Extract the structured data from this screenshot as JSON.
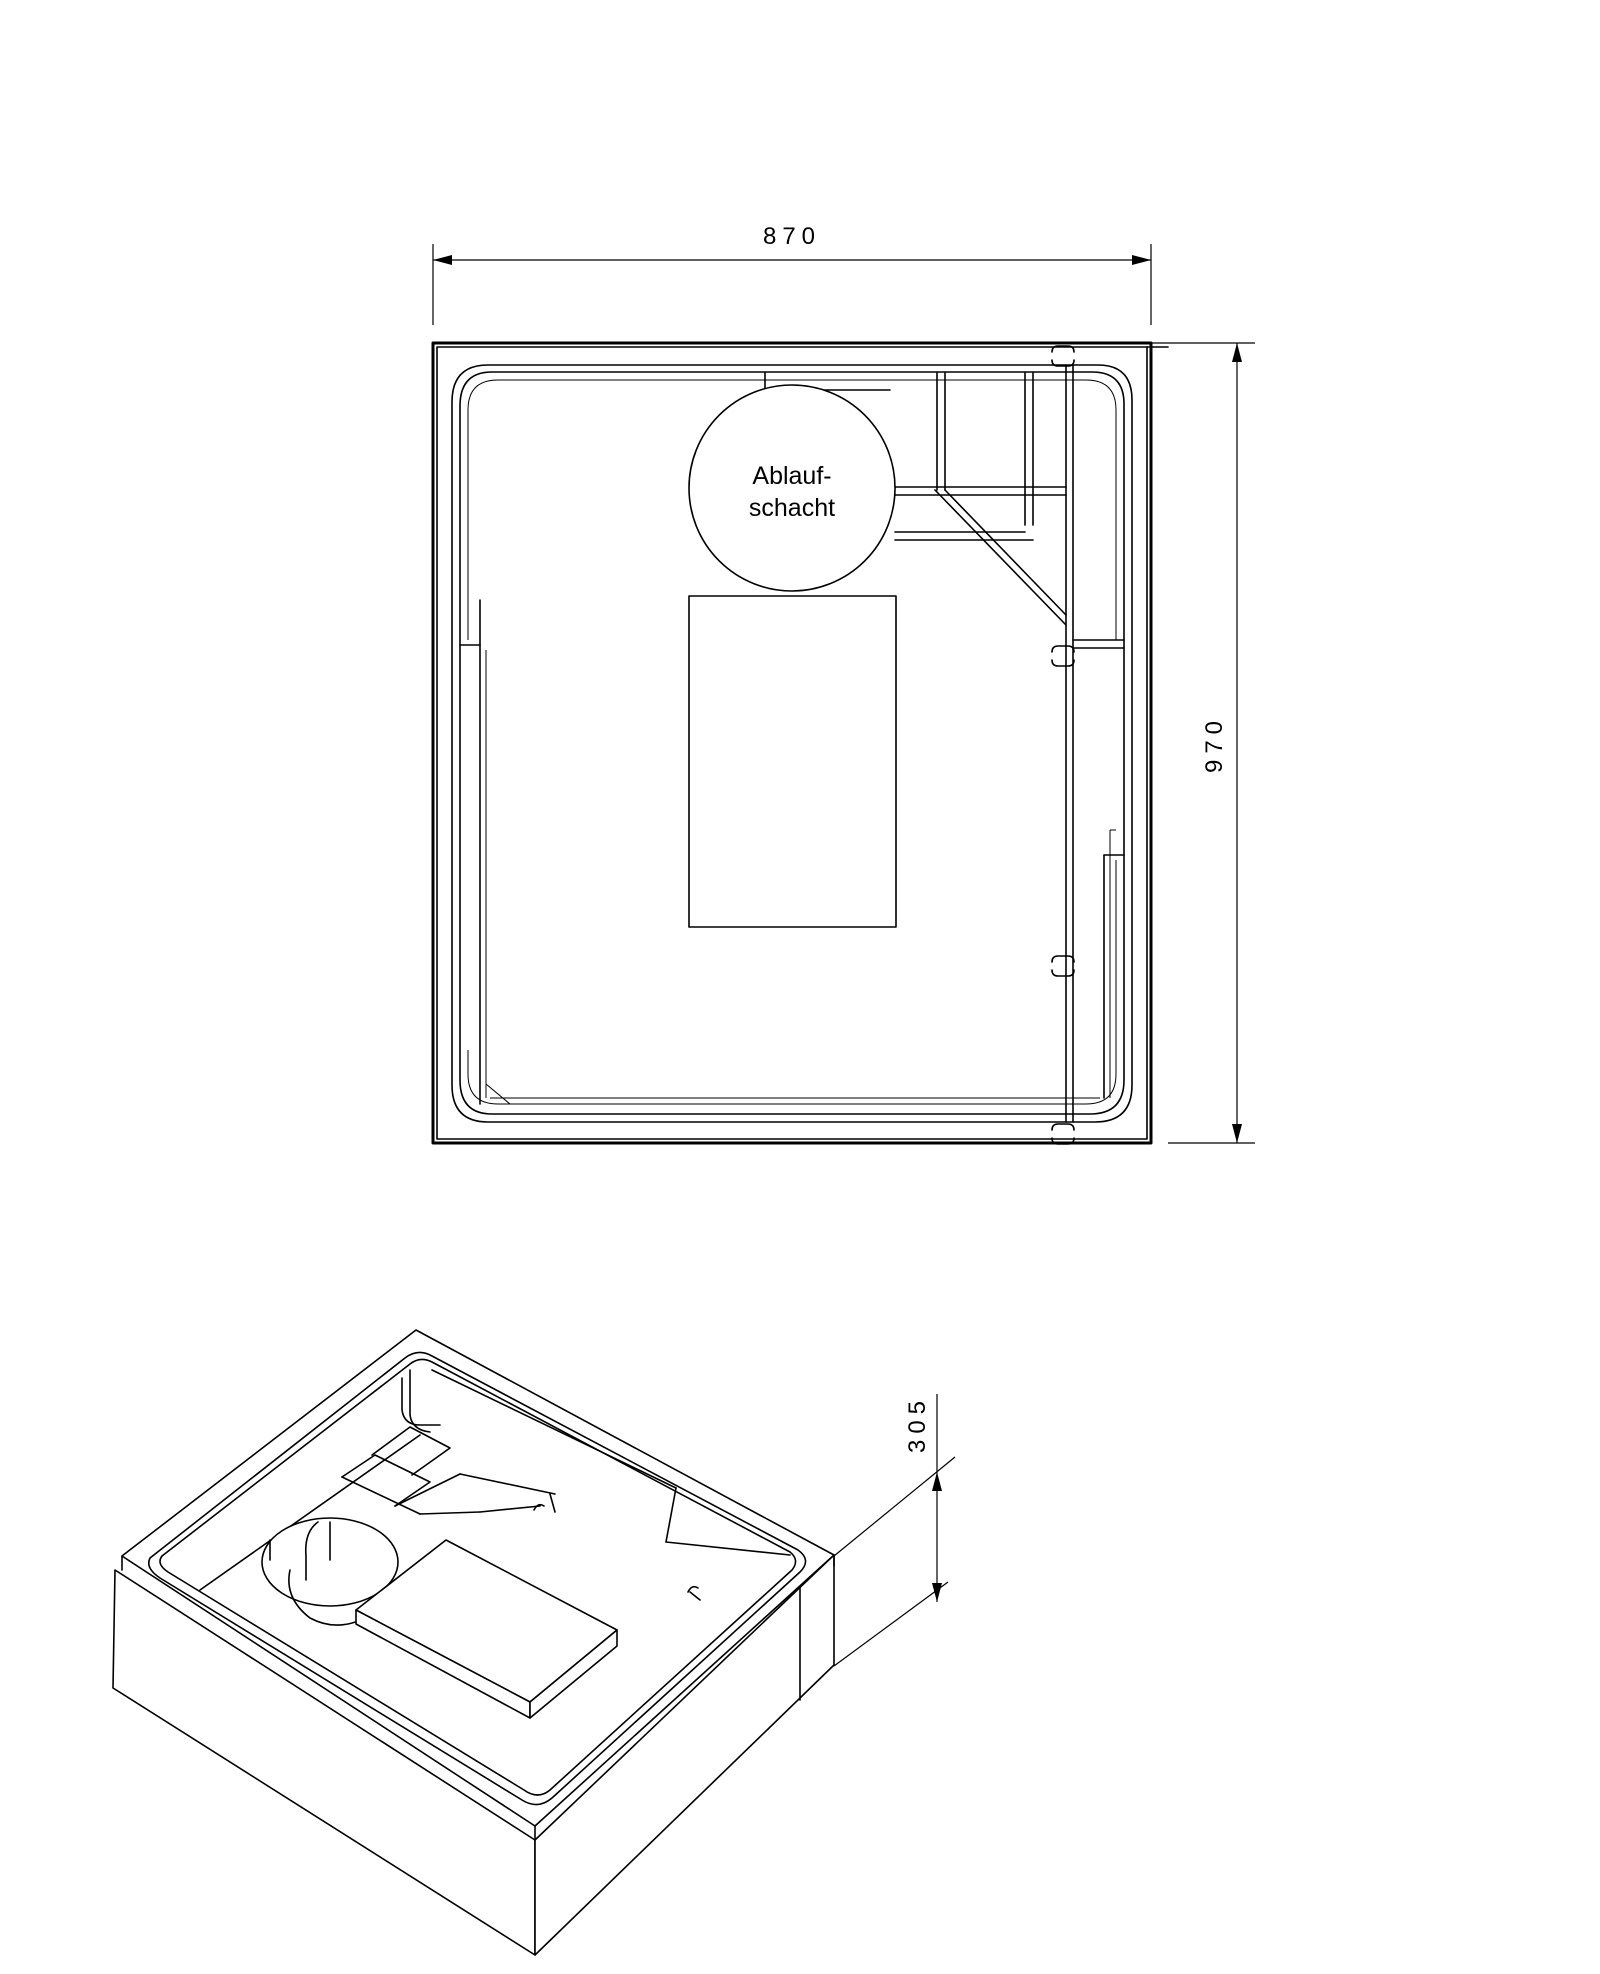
{
  "dimensions": {
    "width": "870",
    "depth": "970",
    "height": "305"
  },
  "labels": {
    "drain_line1": "Ablauf-",
    "drain_line2": "schacht"
  },
  "colors": {
    "line": "#000000",
    "background": "#ffffff"
  }
}
